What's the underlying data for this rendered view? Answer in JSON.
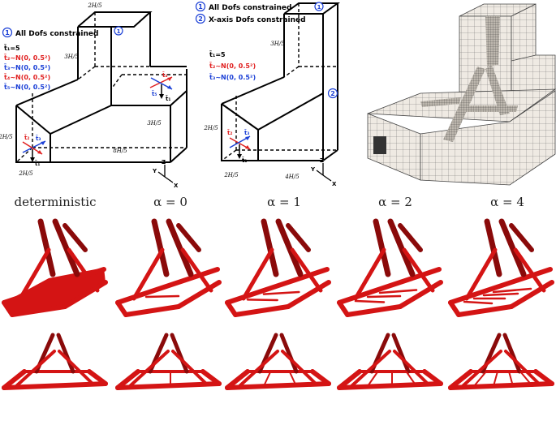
{
  "panel_left": {
    "legend_badge": "1",
    "legend_text": "All Dofs constrained",
    "top_badge": "1",
    "dims": {
      "top_w": "2H/5",
      "side_h": "3H/5",
      "front_h": "2H/5",
      "front_w": "2H/5",
      "length": "8H/5",
      "right_h": "3H/5"
    },
    "loads": [
      {
        "text": "t̄₁=5",
        "color": "#000000"
      },
      {
        "text": "t̄₂∼N(0, 0.5²)",
        "color": "#e02020"
      },
      {
        "text": "t̄₃∼N(0, 0.5²)",
        "color": "#1a3fd6"
      },
      {
        "text": "t̄₄∼N(0, 0.5²)",
        "color": "#e02020"
      },
      {
        "text": "t̄₅∼N(0, 0.5²)",
        "color": "#1a3fd6"
      }
    ],
    "arrow_labels": {
      "t1": "t̄₁",
      "t2": "t̄₂",
      "t3": "t̄₃",
      "t4": "t̄₄",
      "t5": "t̄₅"
    },
    "axes": {
      "y": "Y",
      "z": "Z",
      "x": "X"
    }
  },
  "panel_mid": {
    "legend": [
      {
        "badge": "1",
        "text": "All Dofs constrained"
      },
      {
        "badge": "2",
        "text": "X-axis Dofs constrained"
      }
    ],
    "top_badge": "1",
    "side_badge": "2",
    "dims": {
      "top_h": "3H/5",
      "front_h": "2H/5",
      "front_w": "2H/5",
      "length": "4H/5"
    },
    "loads": [
      {
        "text": "t̄₁=5",
        "color": "#000000"
      },
      {
        "text": "t̄₂∼N(0, 0.5²)",
        "color": "#e02020"
      },
      {
        "text": "t̄₃∼N(0, 0.5²)",
        "color": "#1a3fd6"
      }
    ],
    "arrow_labels": {
      "t1": "t̄₁",
      "t2": "t̄₂",
      "t3": "t̄₃"
    },
    "axes": {
      "y": "Y",
      "z": "Z",
      "x": "X"
    }
  },
  "column_labels": [
    "deterministic",
    "α = 0",
    "α = 1",
    "α = 2",
    "α = 4"
  ],
  "colors": {
    "structure": "#d41414",
    "structure_dark": "#8a0a0a",
    "mesh": "#efeae3",
    "mesh_line": "#555555"
  }
}
